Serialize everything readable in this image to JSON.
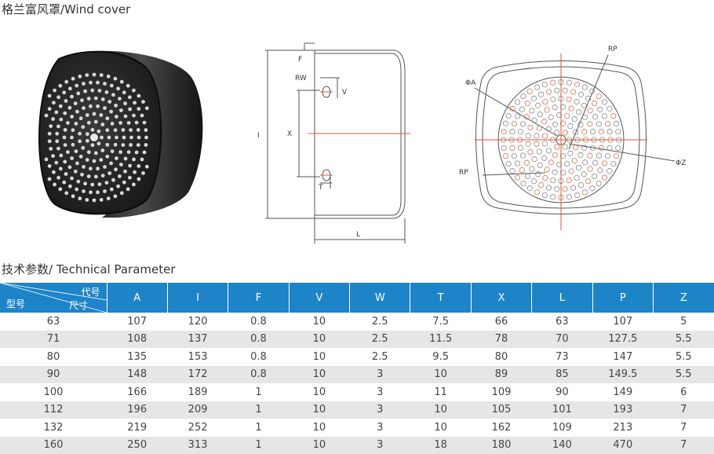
{
  "page": {
    "title": "格兰富风罩/Wind cover",
    "section_title": "技术参数/ Technical Parameter"
  },
  "side_view_labels": {
    "F": "F",
    "RW": "RW",
    "V": "V",
    "I": "I",
    "X": "X",
    "T": "T",
    "L": "L"
  },
  "front_view_labels": {
    "RP_top": "RP",
    "PHI_A": "ΦA",
    "RP_left": "RP",
    "PHI_Z": "ΦZ"
  },
  "table": {
    "corner_top": "代号",
    "corner_mid": "尺寸",
    "corner_bottom": "型号",
    "headers": [
      "A",
      "I",
      "F",
      "V",
      "W",
      "T",
      "X",
      "L",
      "P",
      "Z"
    ],
    "rows": [
      [
        "63",
        "107",
        "120",
        "0.8",
        "10",
        "2.5",
        "7.5",
        "66",
        "63",
        "107",
        "5"
      ],
      [
        "71",
        "108",
        "137",
        "0.8",
        "10",
        "2.5",
        "11.5",
        "78",
        "70",
        "127.5",
        "5.5"
      ],
      [
        "80",
        "135",
        "153",
        "0.8",
        "10",
        "2.5",
        "9.5",
        "80",
        "73",
        "147",
        "5.5"
      ],
      [
        "90",
        "148",
        "172",
        "0.8",
        "10",
        "3",
        "10",
        "89",
        "85",
        "149.5",
        "5.5"
      ],
      [
        "100",
        "166",
        "189",
        "1",
        "10",
        "3",
        "11",
        "109",
        "90",
        "149",
        "6"
      ],
      [
        "112",
        "196",
        "209",
        "1",
        "10",
        "3",
        "10",
        "105",
        "101",
        "193",
        "7"
      ],
      [
        "132",
        "219",
        "252",
        "1",
        "10",
        "3",
        "10",
        "162",
        "109",
        "213",
        "7"
      ],
      [
        "160",
        "250",
        "313",
        "1",
        "10",
        "3",
        "18",
        "180",
        "140",
        "470",
        "7"
      ]
    ]
  },
  "colors": {
    "header_bg": "#1e84c8",
    "alt_row": "#e6e6e6",
    "drawing_accent": "#e2562c"
  }
}
